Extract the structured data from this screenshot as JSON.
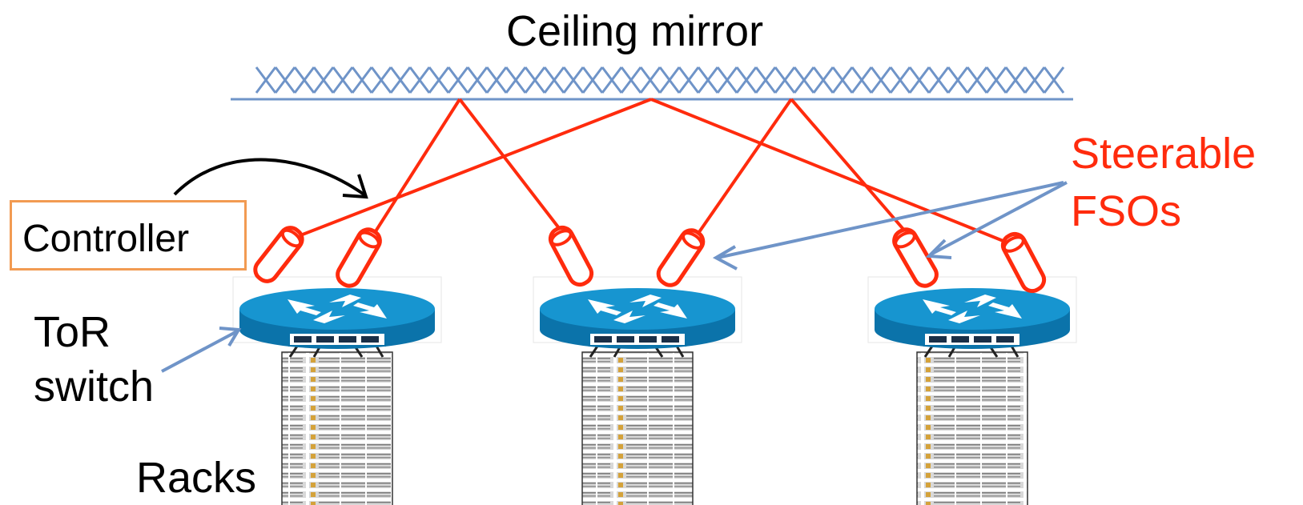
{
  "diagram": {
    "title": "Ceiling mirror",
    "steerable_line1": "Steerable",
    "steerable_line2": "FSOs",
    "controller": "Controller",
    "tor_line1": "ToR",
    "tor_line2": "switch",
    "racks": "Racks"
  },
  "colors": {
    "beam": "#ff2b0d",
    "mirror": "#6f94c8",
    "switch": "#0f86c4",
    "controller_border": "#f29b52",
    "arrow": "#6f94c8"
  },
  "icons": [
    "ceiling-mirror-icon",
    "fso-icon",
    "tor-switch-icon",
    "rack-icon"
  ]
}
